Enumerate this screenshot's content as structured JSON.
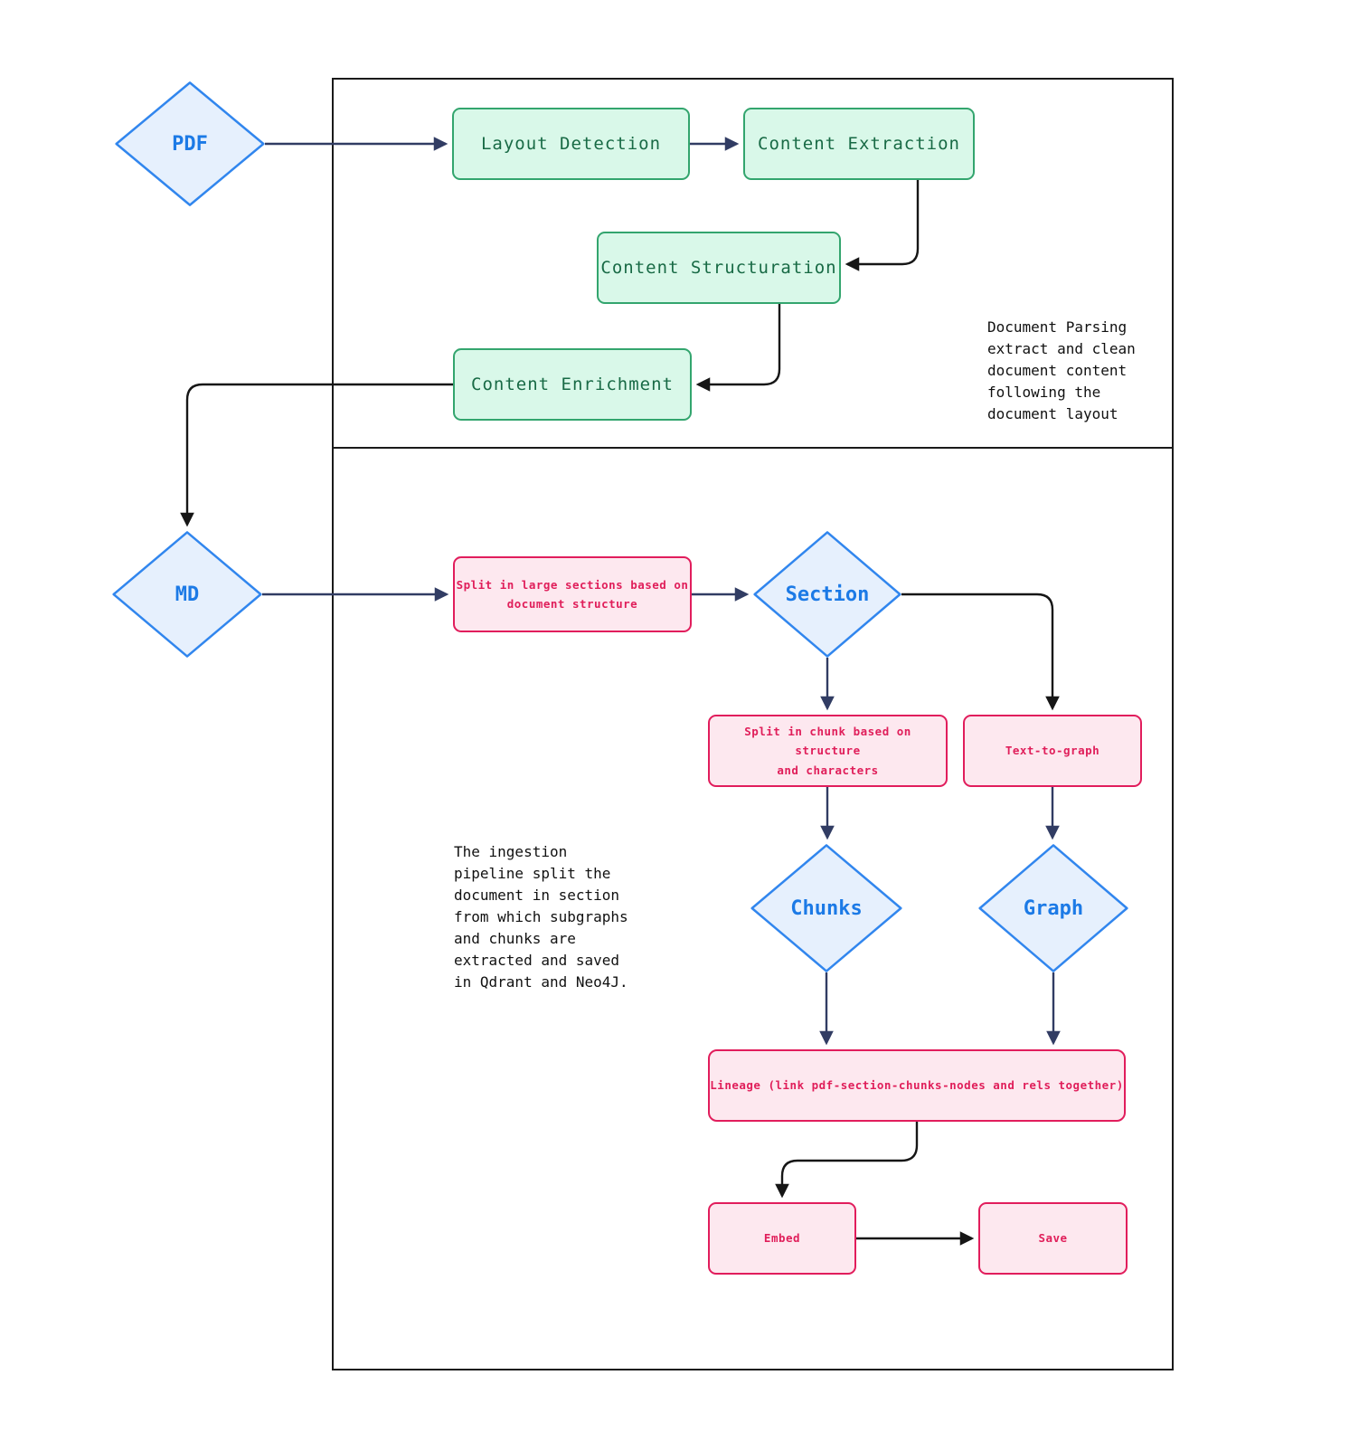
{
  "nodes": {
    "pdf": "PDF",
    "layout_detection": "Layout Detection",
    "content_extraction": "Content Extraction",
    "content_structuration": "Content Structuration",
    "content_enrichment": "Content Enrichment",
    "md": "MD",
    "split_sections": "Split in large sections based on\ndocument structure",
    "section": "Section",
    "split_chunk": "Split in chunk based on structure\nand characters",
    "text_to_graph": "Text-to-graph",
    "chunks": "Chunks",
    "graph": "Graph",
    "lineage": "Lineage (link pdf-section-chunks-nodes and rels together)",
    "embed": "Embed",
    "save": "Save"
  },
  "notes": {
    "parsing": "Document Parsing\nextract and clean\ndocument content\nfollowing the\ndocument layout",
    "ingestion": "The ingestion\npipeline split the\ndocument in section\nfrom which subgraphs\nand chunks are\nextracted and saved\nin Qdrant and Neo4J."
  },
  "colors": {
    "green_fill": "#d9f8e9",
    "green_border": "#33a56e",
    "green_text": "#186a45",
    "blue_fill": "#e6f0fd",
    "blue_border": "#3186ee",
    "blue_text": "#1c7ae6",
    "pink_fill": "#fde8ef",
    "pink_border": "#e11d5c",
    "pink_text": "#e01e5a",
    "edge_navy": "#313c63",
    "edge_black": "#161616",
    "frame": "#1a1a1a"
  }
}
